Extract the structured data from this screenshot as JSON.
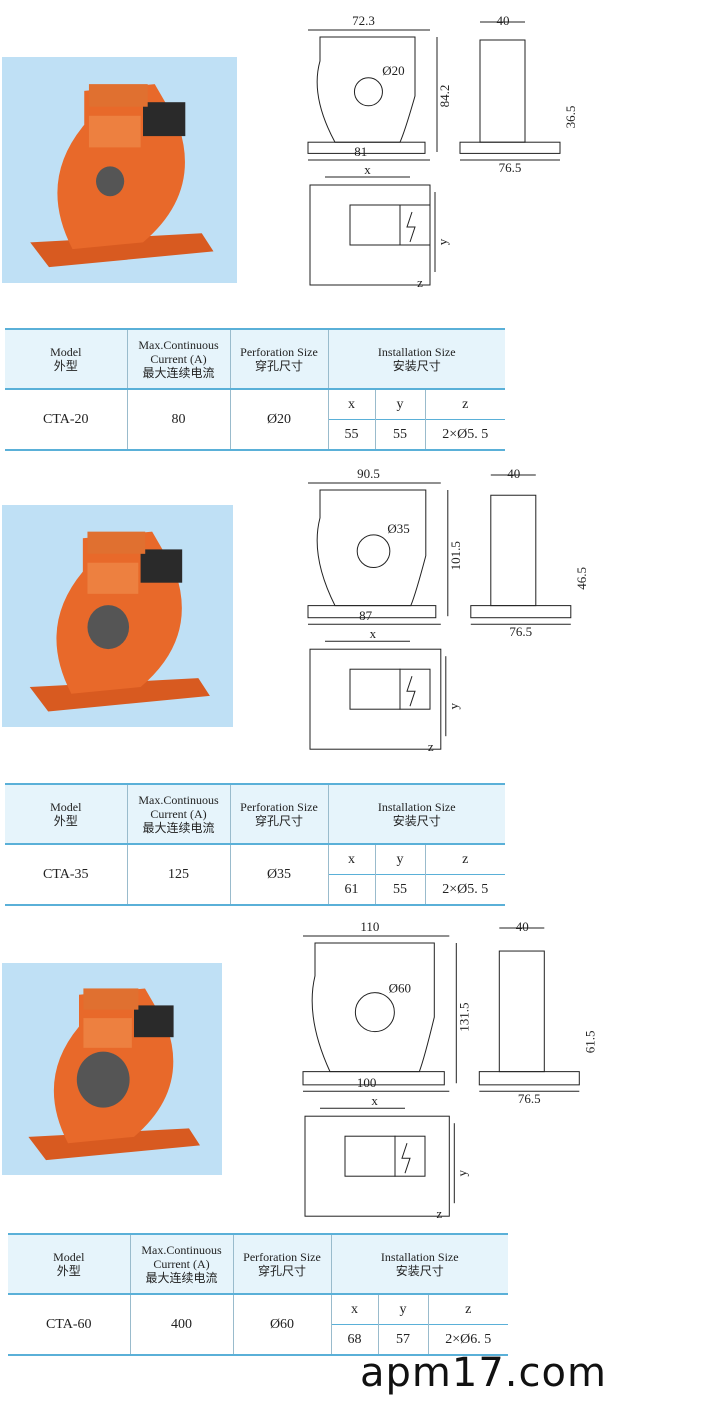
{
  "table_headers": {
    "model": "Model",
    "model_cn": "外型",
    "current": "Max.Continuous",
    "current2": "Current (A)",
    "current_cn": "最大连续电流",
    "perforation": "Perforation Size",
    "perforation_cn": "穿孔尺寸",
    "install": "Installation Size",
    "install_cn": "安装尺寸",
    "x": "x",
    "y": "y",
    "z": "z"
  },
  "products": [
    {
      "model": "CTA-20",
      "current": "80",
      "perforation": "Ø20",
      "x": "55",
      "y": "55",
      "z": "2×Ø5. 5",
      "dims": {
        "width": "72.3",
        "height": "84.2",
        "hole": "Ø20",
        "base": "81",
        "depth": "40",
        "center": "36.5",
        "base_depth": "76.5",
        "x": "x",
        "y": "y",
        "z": "z"
      }
    },
    {
      "model": "CTA-35",
      "current": "125",
      "perforation": "Ø35",
      "x": "61",
      "y": "55",
      "z": "2×Ø5. 5",
      "dims": {
        "width": "90.5",
        "height": "101.5",
        "hole": "Ø35",
        "base": "87",
        "depth": "40",
        "center": "46.5",
        "base_depth": "76.5",
        "x": "x",
        "y": "y",
        "z": "z"
      }
    },
    {
      "model": "CTA-60",
      "current": "400",
      "perforation": "Ø60",
      "x": "68",
      "y": "57",
      "z": "2×Ø6. 5",
      "dims": {
        "width": "110",
        "height": "131.5",
        "hole": "Ø60",
        "base": "100",
        "depth": "40",
        "center": "61.5",
        "base_depth": "76.5",
        "x": "x",
        "y": "y",
        "z": "z"
      }
    }
  ],
  "colors": {
    "product": "#e8692a",
    "photo_bg": "#bfe0f5",
    "table_header": "#e6f4fb",
    "table_line": "#5ab0d8"
  },
  "footer": "apm17.com"
}
